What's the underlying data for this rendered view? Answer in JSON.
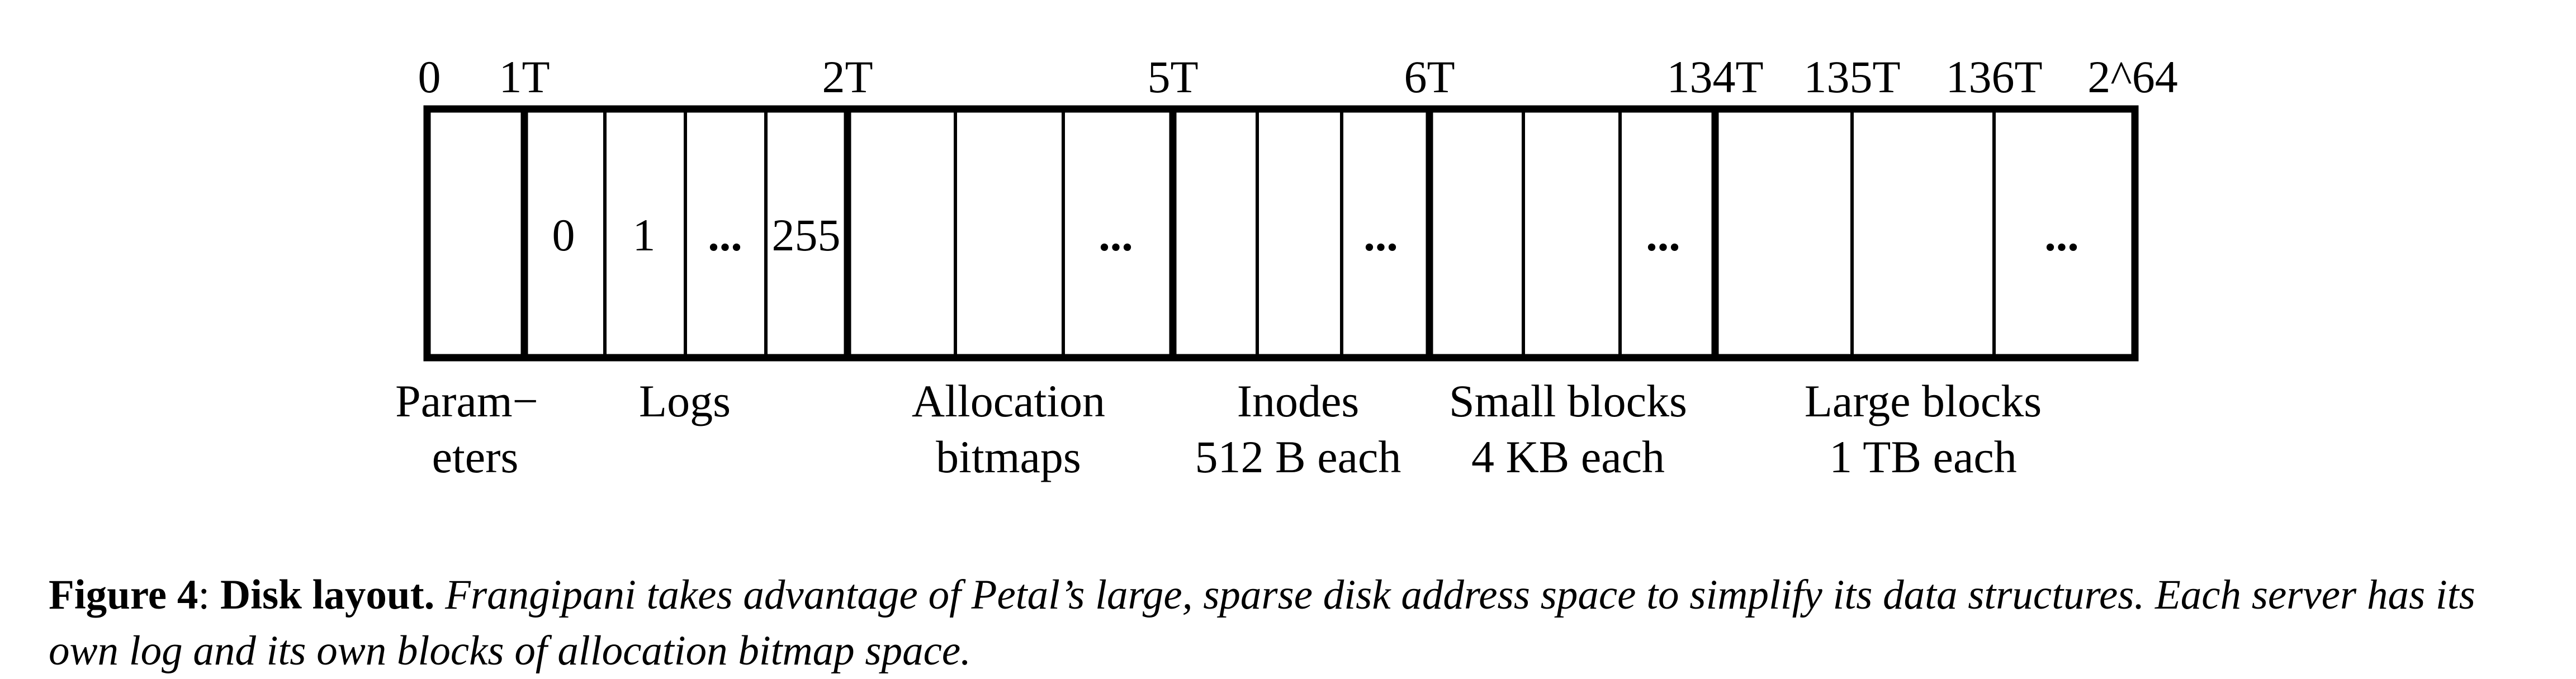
{
  "diagram": {
    "boundary_labels": [
      "0",
      "1T",
      "2T",
      "5T",
      "6T",
      "134T",
      "135T",
      "136T",
      "2^64"
    ],
    "cell_labels": [
      "0",
      "1",
      "...",
      "255",
      "...",
      "...",
      "...",
      "..."
    ],
    "region_labels": [
      {
        "line1": "Param−",
        "line2": "eters"
      },
      {
        "line1": "Logs",
        "line2": ""
      },
      {
        "line1": "Allocation",
        "line2": "bitmaps"
      },
      {
        "line1": "Inodes",
        "line2": "512 B each"
      },
      {
        "line1": "Small blocks",
        "line2": "4 KB each"
      },
      {
        "line1": "Large blocks",
        "line2": "1 TB each"
      }
    ]
  },
  "caption": {
    "figure_label": "Figure 4",
    "separator": ":",
    "title": "Disk layout.",
    "text": "Frangipani takes advantage of Petal’s large, sparse disk address space to simplify its data structures. Each server has its own log and its own blocks of allocation bitmap space."
  }
}
